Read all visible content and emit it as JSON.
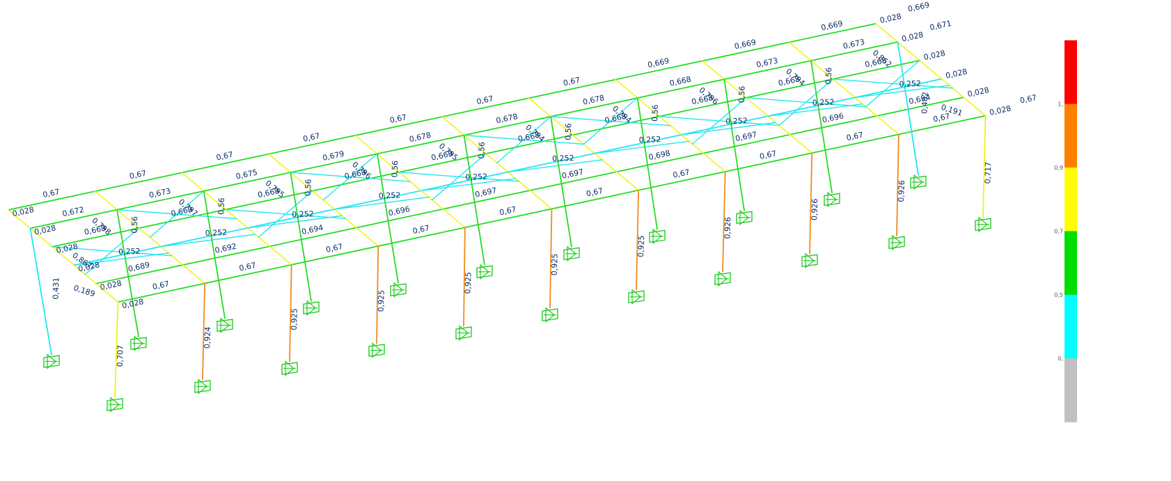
{
  "palette": {
    "green": "#22dd22",
    "cyan": "#22e6f0",
    "yellow": "#f2f218",
    "orange": "#f08a1a",
    "label": "#0b2e66",
    "support": "#22cc22"
  },
  "legend": {
    "ticks": [
      "1,",
      "0,9",
      "0,7",
      "0,5",
      "0,"
    ],
    "bands": [
      {
        "color": "#ff0000"
      },
      {
        "color": "#ff7f00"
      },
      {
        "color": "#ffff00"
      },
      {
        "color": "#00dd00"
      },
      {
        "color": "#00ffff"
      },
      {
        "color": "#c0c0c0"
      }
    ]
  },
  "labels": {
    "lane_ends": "0,028",
    "top_ridge": [
      "0,67",
      "0,67",
      "0,67",
      "0,67",
      "0,67",
      "0,67",
      "0,67",
      "0,669",
      "0,669",
      "0,669",
      "0,669"
    ],
    "eave_main": [
      "0,67",
      "0,67",
      "0,67",
      "0,67",
      "0,67",
      "0,67",
      "0,67",
      "0,67",
      "0,67",
      "0,67",
      "0,67"
    ],
    "lane_2": [
      "0,672",
      "0,673",
      "0,675",
      "0,679",
      "0,678",
      "0,678",
      "0,678",
      "0,668",
      "0,673",
      "0,673",
      "0,671"
    ],
    "lane_3": [
      "0,669",
      "0,669",
      "0,669",
      "0,669",
      "0,669",
      "0,668",
      "0,668",
      "0,668",
      "0,668",
      "0,668"
    ],
    "lane_5": [
      "0,689",
      "0,692",
      "0,694",
      "0,696",
      "0,697",
      "0,697",
      "0,698",
      "0,697",
      "0,696",
      "0,694"
    ],
    "rafters": [
      "0,798",
      "0,797",
      "0,795",
      "0,796",
      "0,795",
      "0,794",
      "0,794",
      "0,796",
      "0,794",
      "0,862"
    ],
    "hot_columns": [
      "0,707",
      "0,924",
      "0,925",
      "0,925",
      "0,925",
      "0,925",
      "0,925",
      "0,926",
      "0,926",
      "0,926",
      "0,717"
    ],
    "strap": "0,252",
    "stub_columns": "0,56",
    "end_column_a": "0,431",
    "end_column_b": "0,482",
    "end_brace_a": "0,189",
    "end_brace_b": "0,191",
    "end_diag": "0,867"
  }
}
